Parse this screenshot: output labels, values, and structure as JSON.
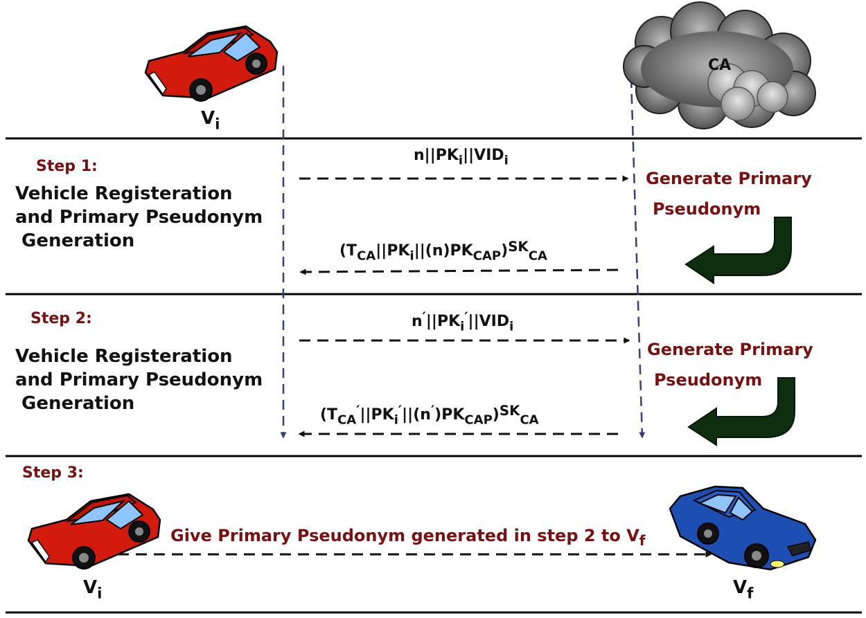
{
  "entities": {
    "vehicle_i": {
      "symbol": "V",
      "subscript": "i"
    },
    "vehicle_f": {
      "symbol": "V",
      "subscript": "f"
    },
    "authority": "CA"
  },
  "steps": [
    {
      "title": "Step 1:",
      "description": [
        "Vehicle Registeration",
        "and Primary Pseudonym",
        " Generation"
      ],
      "process": [
        "Generate Primary",
        "Pseudonym"
      ],
      "request": {
        "p1": "n||PK",
        "p2": "i",
        "p3": "||VID",
        "p4": "i"
      },
      "response": {
        "p1": "(T",
        "p2": "CA",
        "p3": "||PK",
        "p4": "i",
        "p5": "||(n)PK",
        "p6": "CAP",
        "p7": ")",
        "p8": "SK",
        "p9": "CA"
      }
    },
    {
      "title": "Step 2:",
      "description": [
        "Vehicle Registeration",
        "and Primary Pseudonym",
        " Generation"
      ],
      "process": [
        "Generate Primary",
        "Pseudonym"
      ],
      "request": {
        "p1": "n",
        "p2": "′",
        "p3": "||PK",
        "p4": "i",
        "p5": "′",
        "p6": "||VID",
        "p7": "i"
      },
      "response": {
        "p1": "(T",
        "p2": "CA",
        "p3": "′",
        "p4": "||PK",
        "p5": "i",
        "p6": "′",
        "p7": "||(n",
        "p8": "′",
        "p9": ")PK",
        "p10": "CAP",
        "p11": ")",
        "p12": "SK",
        "p13": "CA"
      }
    },
    {
      "title": "Step 3:",
      "transfer": {
        "text": "Give Primary Pseudonym generated in step 2  to V",
        "subscript": "f"
      }
    }
  ],
  "colors": {
    "step_title": "#7b1010",
    "text": "#111111",
    "lifeline": "#3b3a7a",
    "return_arrow": "#0e2e10",
    "vehicle_i": "#d21b0c",
    "vehicle_f": "#1d4fb3",
    "cloud": "#5f5f5f"
  }
}
